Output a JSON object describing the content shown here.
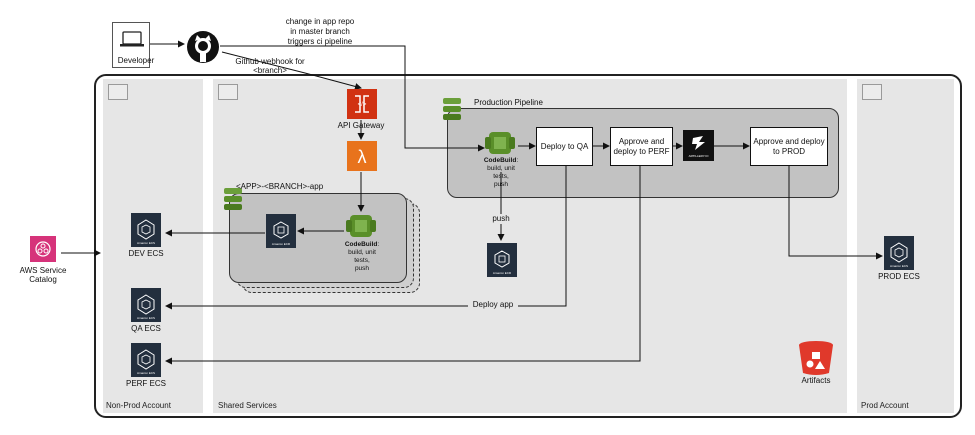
{
  "nodes": {
    "developer": "Developer",
    "repo_note": [
      "change in app repo",
      "in master branch",
      "triggers ci pipeline"
    ],
    "webhook_note": [
      "Github webhook for",
      "<branch>"
    ],
    "api_gateway": "API Gateway",
    "branch_app": "<APP>-<BRANCH>-app",
    "codebuild_branch": {
      "title": "CodeBuild",
      "suffix": ":",
      "lines": [
        "build,  unit",
        "tests,",
        "push"
      ]
    },
    "codebuild_pipeline": {
      "title": "CodeBuild",
      "suffix": ":",
      "lines": [
        "build,  unit",
        "tests,",
        "push"
      ]
    },
    "production_pipeline": "Production Pipeline",
    "deploy_qa": "Deploy to QA",
    "approve_perf": "Approve and deploy to PERF",
    "approve_prod": "Approve and deploy to PROD",
    "artillery": "ARTILLERY.IO",
    "push": "push",
    "deploy_app": "Deploy app",
    "dev_ecs": "DEV ECS",
    "qa_ecs": "QA ECS",
    "perf_ecs": "PERF ECS",
    "prod_ecs": "PROD ECS",
    "artifacts": "Artifacts",
    "service_catalog": [
      "AWS Service",
      "Catalog"
    ],
    "ecs_caption": "Amazon ECS",
    "ecr_caption": "Amazon ECR"
  },
  "accounts": {
    "non_prod": "Non-Prod Account",
    "shared": "Shared Services",
    "prod": "Prod Account"
  },
  "colors": {
    "codebuild": "#5a8f29",
    "api_gateway": "#d13212",
    "lambda": "#e8731c",
    "service_catalog": "#d6337a",
    "artifacts_bucket": "#e0392b",
    "ecs_tile": "#232f3e"
  },
  "icons": [
    "laptop-icon",
    "github-icon",
    "api-gateway-icon",
    "lambda-icon",
    "codebuild-icon",
    "ecr-icon",
    "ecs-icon",
    "codepipeline-icon",
    "artillery-icon",
    "s3-bucket-icon",
    "service-catalog-icon",
    "cloud-icon"
  ]
}
